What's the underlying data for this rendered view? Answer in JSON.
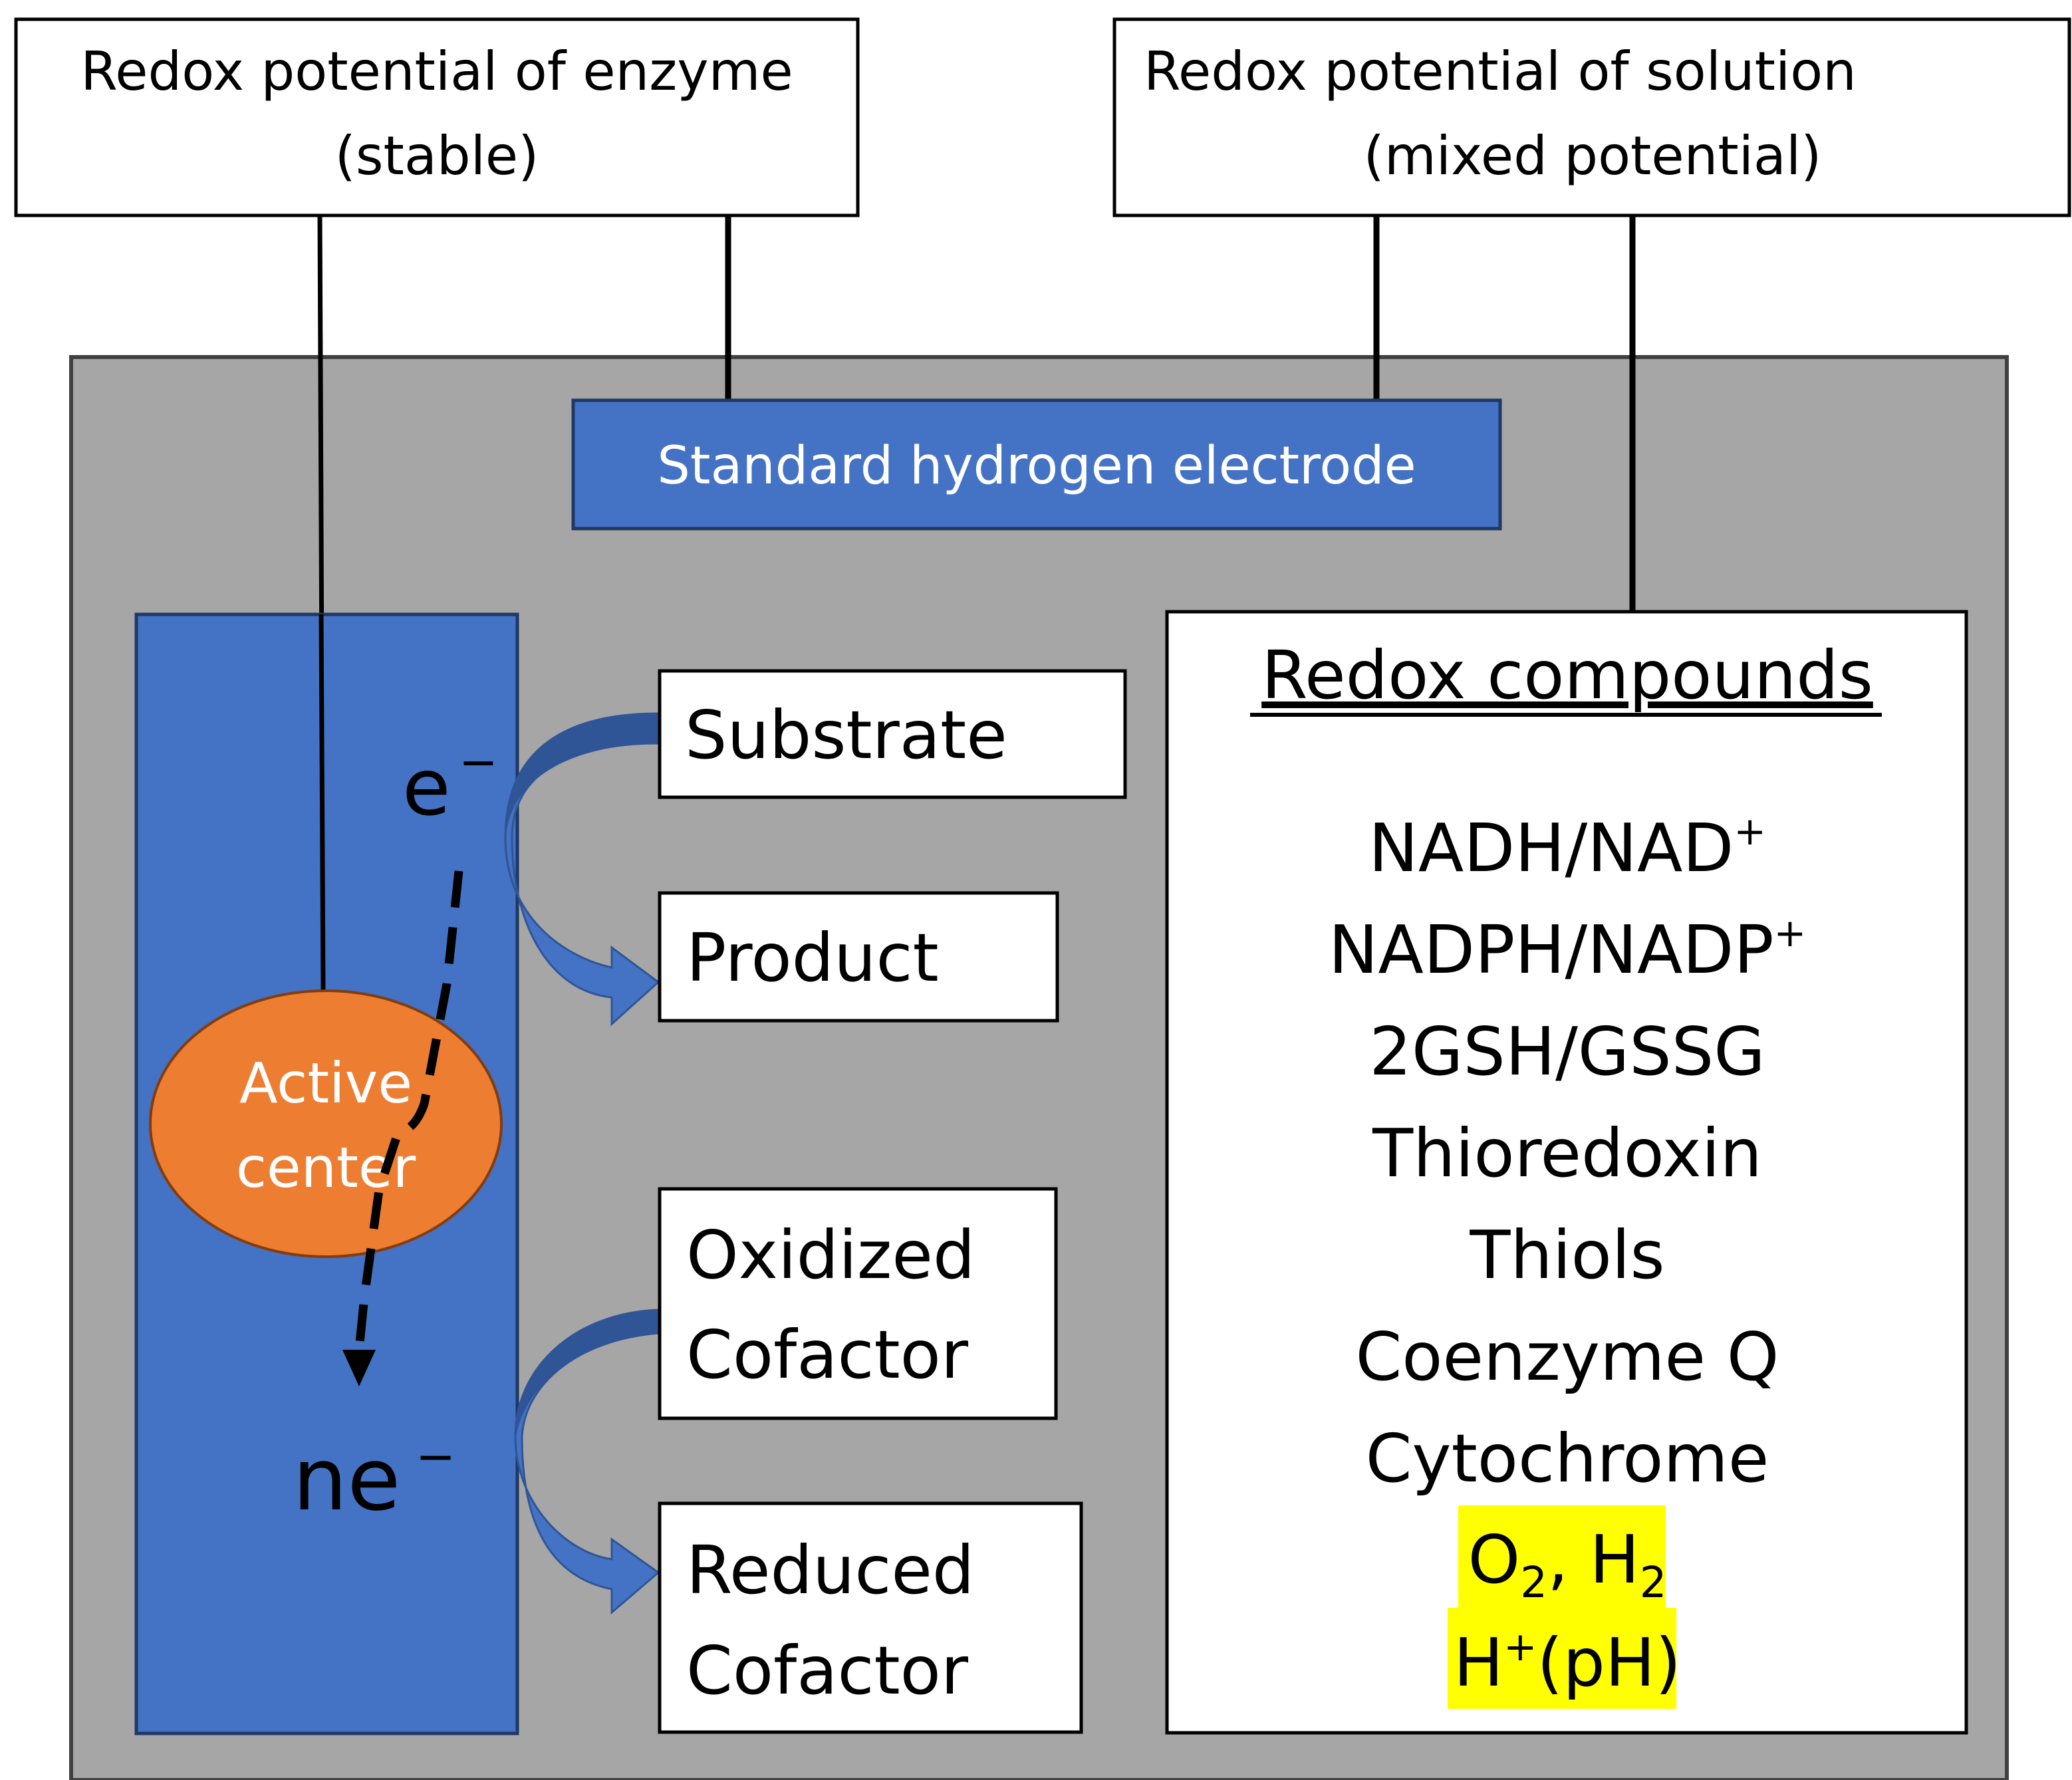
{
  "colors": {
    "container_fill": "#a6a6a6",
    "container_border": "#404040",
    "enzyme_blue": "#4472c4",
    "enzyme_border": "#1f3864",
    "active_center_orange": "#ed7d31",
    "active_center_border": "#843c0c",
    "arrow_blue": "#4472c4",
    "arrow_dark_blue": "#2f5597",
    "highlight_yellow": "#ffff00",
    "box_white": "#ffffff",
    "line_black": "#000000"
  },
  "top_labels": {
    "enzyme_potential": {
      "line1": "Redox potential of enzyme",
      "line2": "(stable)"
    },
    "solution_potential": {
      "line1": "Redox potential of solution",
      "line2": "(mixed potential)"
    }
  },
  "reference": {
    "label": "Standard hydrogen electrode"
  },
  "enzyme": {
    "active_center": {
      "line1": "Active",
      "line2": "center"
    },
    "single_electron": {
      "base": "e",
      "sup": "−"
    },
    "multi_electron": {
      "base": "ne",
      "sup": "−"
    }
  },
  "reactions": [
    {
      "from": "Substrate",
      "to": "Product"
    },
    {
      "from_line1": "Oxidized",
      "from_line2": "Cofactor",
      "to_line1": "Reduced",
      "to_line2": "Cofactor"
    }
  ],
  "compounds_panel": {
    "title": "Redox compounds",
    "items": [
      {
        "base": "NADH/NAD",
        "sup": "+"
      },
      {
        "base": "NADPH/NADP",
        "sup": "+"
      },
      {
        "base": "2GSH/GSSG"
      },
      {
        "base": "Thioredoxin"
      },
      {
        "base": "Thiols"
      },
      {
        "base": "Coenzyme Q"
      },
      {
        "base": "Cytochrome"
      }
    ],
    "highlighted": [
      {
        "parts": [
          "O",
          "2",
          ", H",
          "2"
        ],
        "note": "subscripts on 2"
      },
      {
        "parts": [
          "H",
          "+",
          "(pH)"
        ],
        "note": "superscript on +"
      }
    ]
  }
}
